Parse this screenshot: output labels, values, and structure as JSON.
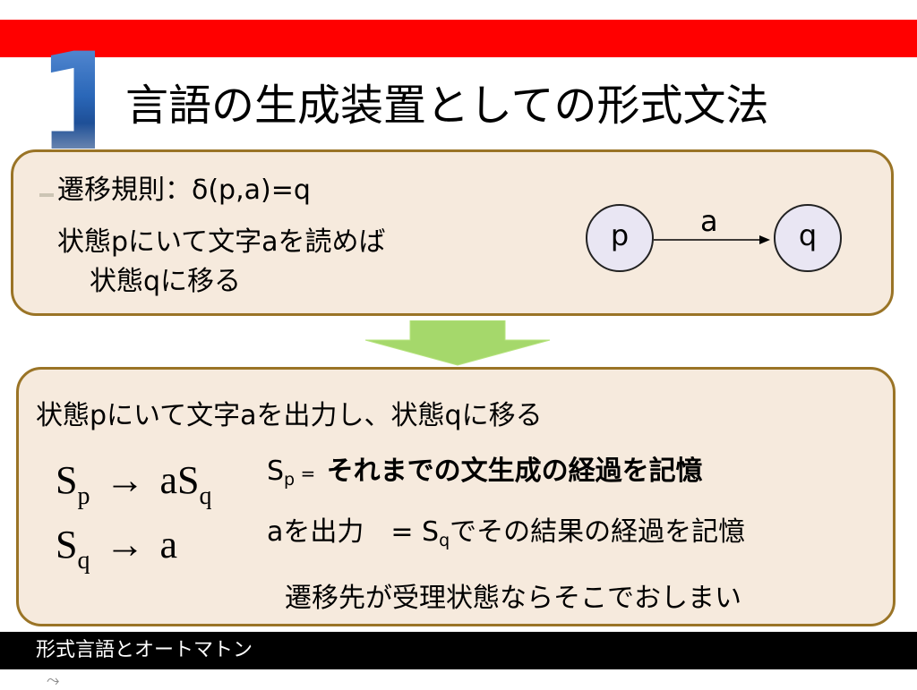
{
  "slide": {
    "number": "1",
    "title": "言語の生成装置としての形式文法",
    "footer": "形式言語とオートマトン"
  },
  "top_box": {
    "line1": "遷移規則：δ(p,a)=q",
    "line2": "状態pにいて文字aを読めば",
    "line3": "状態qに移る",
    "diagram": {
      "from_state": "p",
      "to_state": "q",
      "edge_label": "a"
    }
  },
  "bottom_box": {
    "header": "状態pにいて文字aを出力し、状態qに移る",
    "rule1": {
      "lhs": "S",
      "lhs_sub": "p",
      "arrow": "→",
      "rhs": "aS",
      "rhs_sub": "q"
    },
    "rule2": {
      "lhs": "S",
      "lhs_sub": "q",
      "arrow": "→",
      "rhs": "a"
    },
    "desc1": {
      "var": "S",
      "var_sub": "p",
      "eq": " = ",
      "text": "それまでの文生成の経過を記憶"
    },
    "desc2": {
      "prefix": "aを出力　= S",
      "sub": "q",
      "text": "でその結果の経過を記憶"
    },
    "desc3": "遷移先が受理状態ならそこでおしまい"
  },
  "colors": {
    "top_bar": "#ff0000",
    "box_fill": "#f6eadd",
    "box_border": "#9a7426",
    "down_arrow": "#a5d86b",
    "state_fill": "#e9e6f3",
    "footer_bar": "#000000",
    "number_blue": "#2a67b8"
  }
}
